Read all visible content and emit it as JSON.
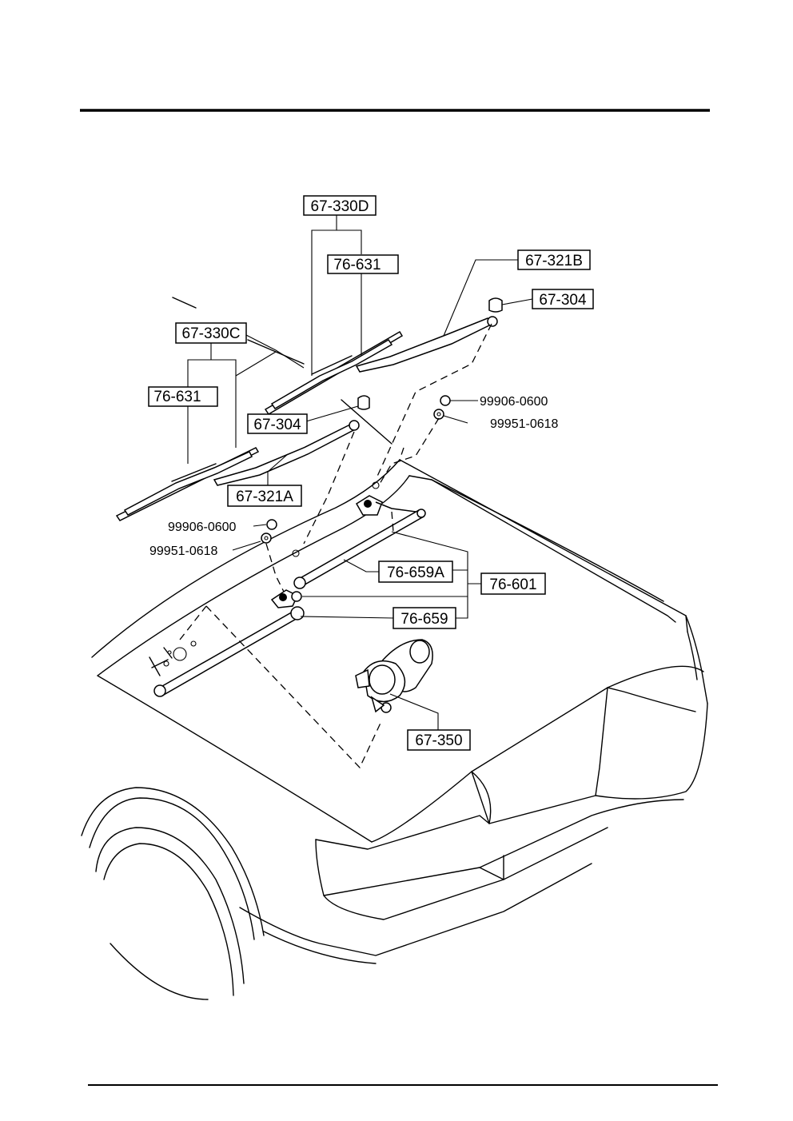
{
  "labels": {
    "wiper_blade_pass": "67-330D",
    "blade_rubber_pass": "76-631",
    "wiper_arm_pass": "67-321B",
    "arm_nut_pass": "67-304",
    "nut_pass": "99906-0600",
    "washer_pass": "99951-0618",
    "wiper_blade_driver": "67-330C",
    "blade_rubber_driver": "76-631",
    "arm_nut_driver": "67-304",
    "wiper_arm_driver": "67-321A",
    "nut_driver": "99906-0600",
    "washer_driver": "99951-0618",
    "link_rod_a": "76-659A",
    "link_assembly": "76-601",
    "link_rod": "76-659",
    "wiper_motor": "67-350"
  }
}
